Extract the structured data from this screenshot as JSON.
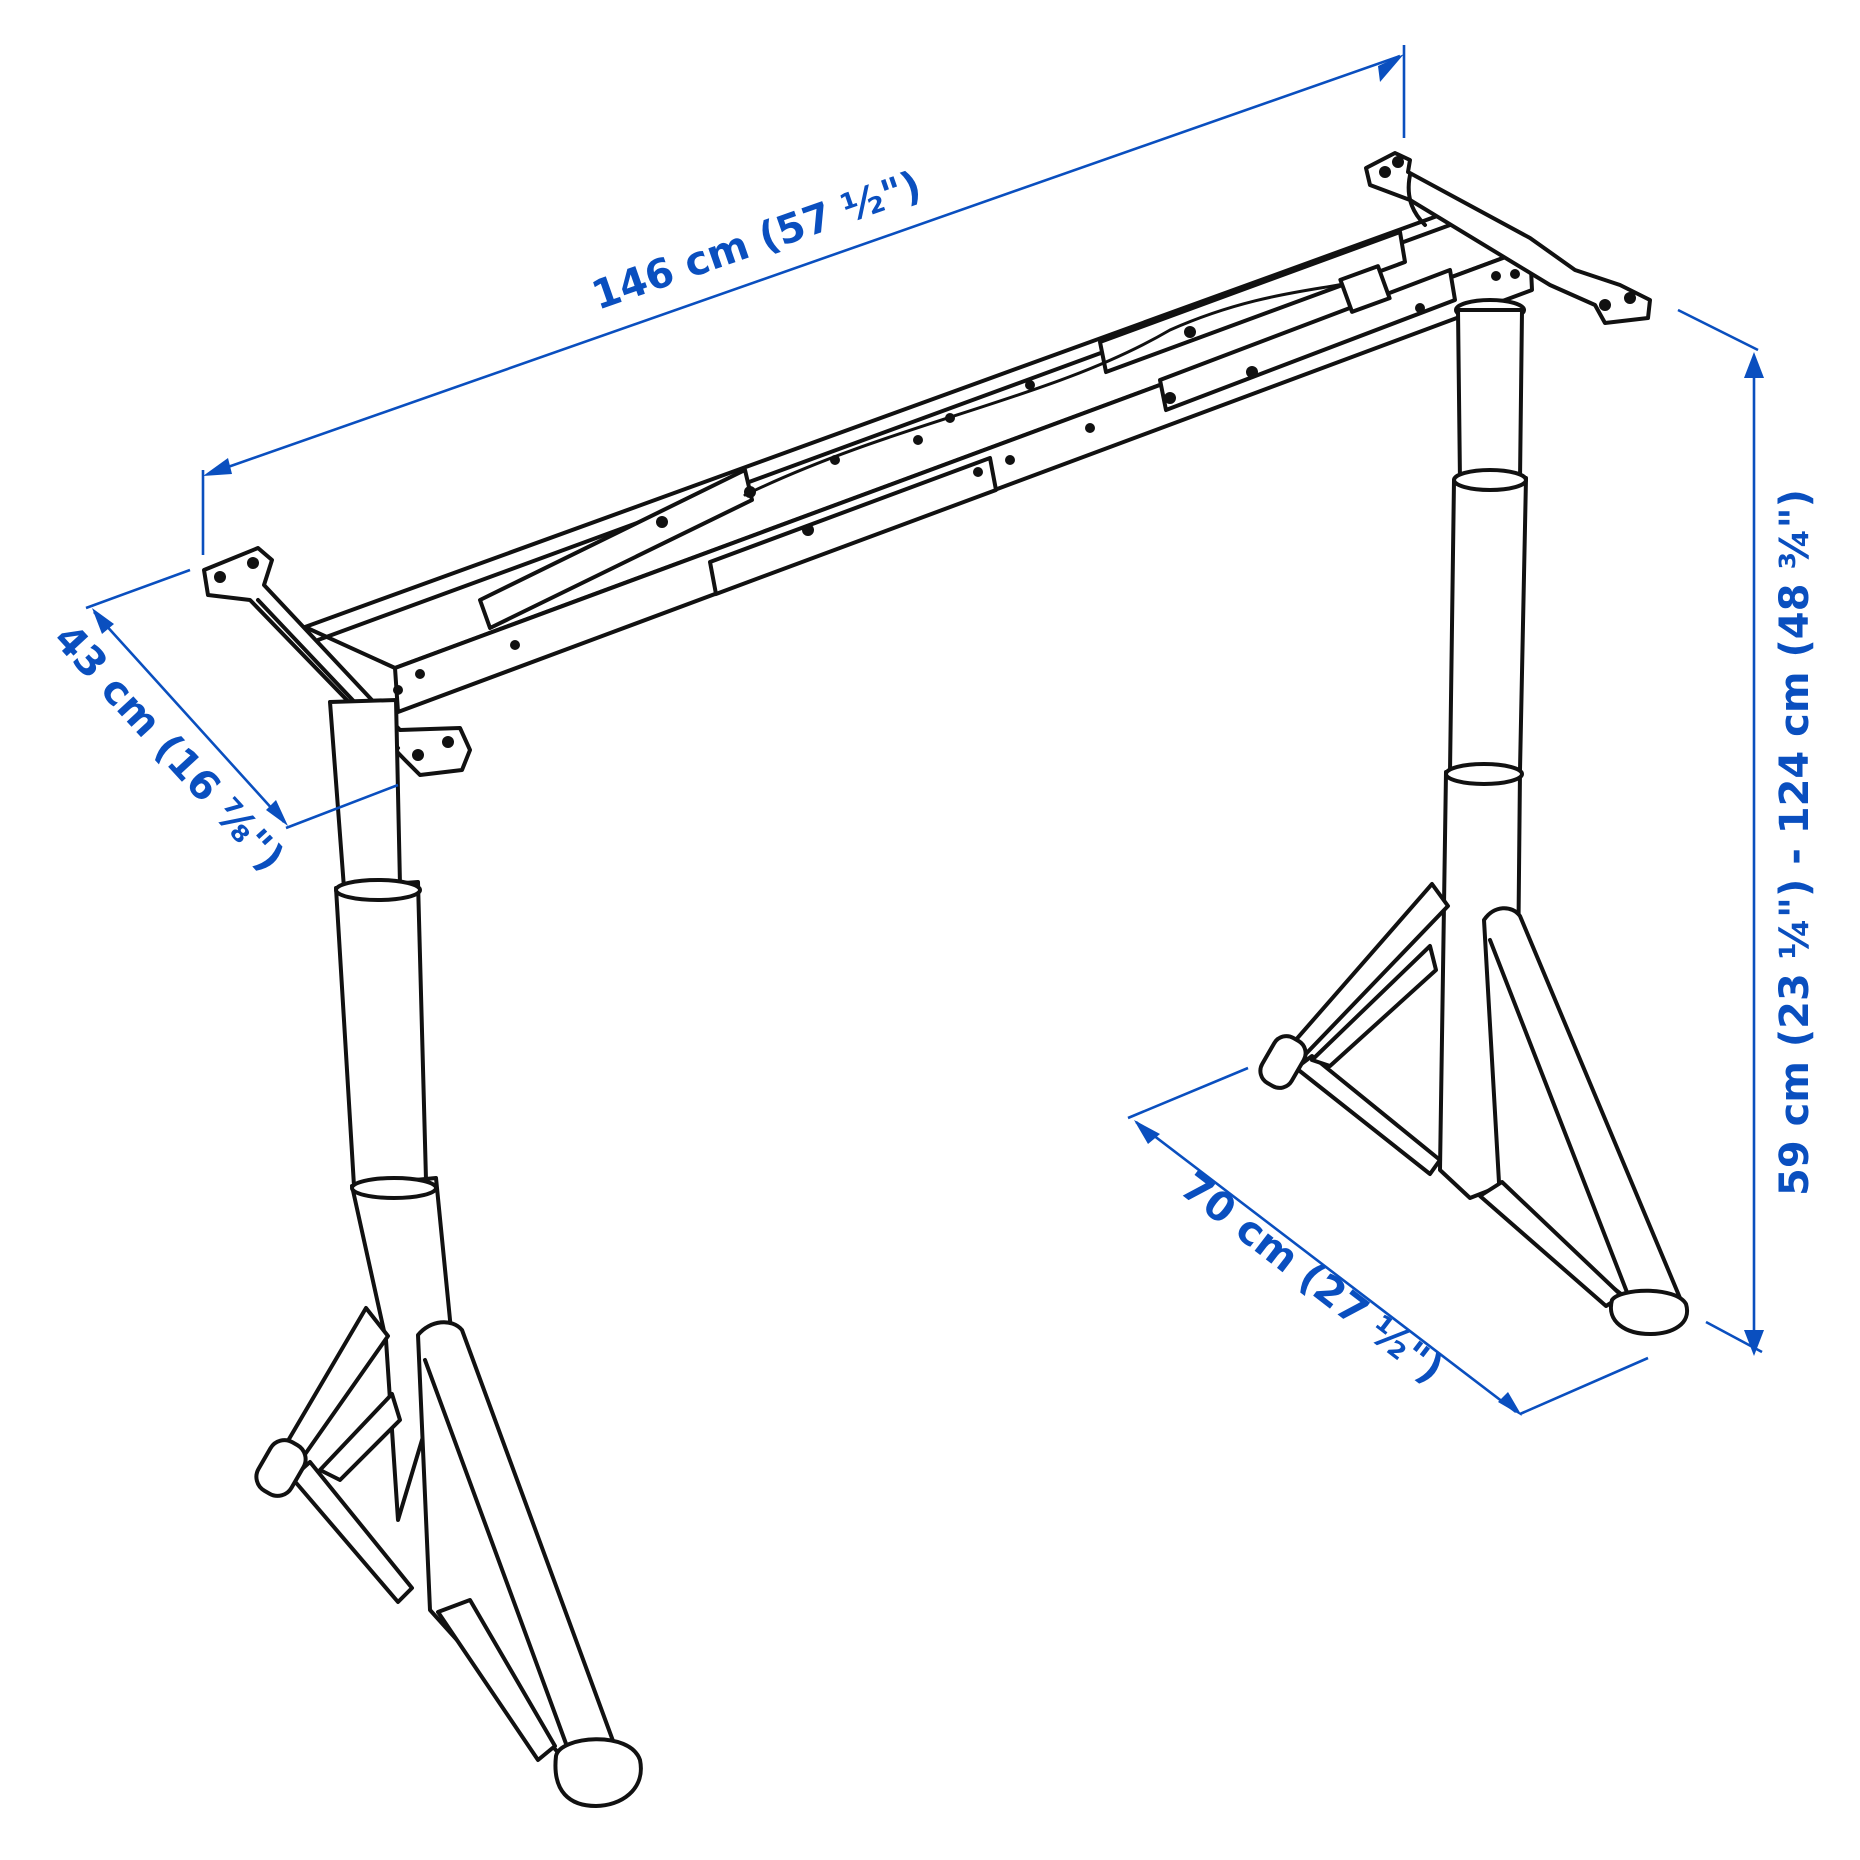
{
  "diagram": {
    "subject": "height-adjustable desk frame",
    "colors": {
      "dimension": "#0a4fbf",
      "outline": "#111111",
      "background": "#ffffff"
    },
    "dimensions": {
      "width": {
        "label": "146 cm (57 ½\")",
        "cm": 146,
        "inch": "57 ½"
      },
      "depth_top": {
        "label": "43 cm (16 ⅞\")",
        "cm": 43,
        "inch": "16 ⅞"
      },
      "depth_foot": {
        "label": "70 cm (27 ½\")",
        "cm": 70,
        "inch": "27 ½"
      },
      "height": {
        "label": "59 cm (23 ¼\") - 124 cm (48 ¾\")",
        "cm_min": 59,
        "cm_max": 124,
        "inch_min": "23 ¼",
        "inch_max": "48 ¾"
      }
    }
  }
}
